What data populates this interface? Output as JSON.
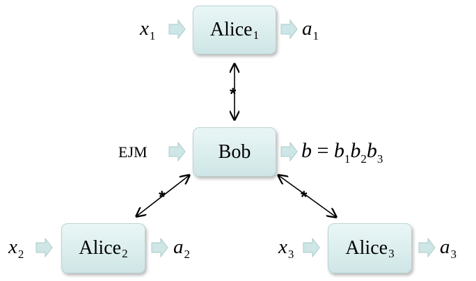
{
  "nodes": {
    "alice1": {
      "label": "Alice",
      "sub": "1"
    },
    "alice2": {
      "label": "Alice",
      "sub": "2"
    },
    "alice3": {
      "label": "Alice",
      "sub": "3"
    },
    "bob": {
      "label": "Bob"
    }
  },
  "inputs": {
    "x1": {
      "sym": "x",
      "sub": "1"
    },
    "x2": {
      "sym": "x",
      "sub": "2"
    },
    "x3": {
      "sym": "x",
      "sub": "3"
    },
    "bob_input": "EJM"
  },
  "outputs": {
    "a1": {
      "sym": "a",
      "sub": "1"
    },
    "a2": {
      "sym": "a",
      "sub": "2"
    },
    "a3": {
      "sym": "a",
      "sub": "3"
    },
    "b": {
      "lhs": "b",
      "eq": " = ",
      "terms": [
        {
          "sym": "b",
          "sub": "1"
        },
        {
          "sym": "b",
          "sub": "2"
        },
        {
          "sym": "b",
          "sub": "3"
        }
      ]
    }
  },
  "links": {
    "marker": "*"
  },
  "colors": {
    "box_fill": "#d3e9e9",
    "box_border": "#b9d3d3",
    "arrow_fill": "#cfe6e6",
    "arrow_stroke": "#a9c9c9",
    "line": "#000000"
  }
}
